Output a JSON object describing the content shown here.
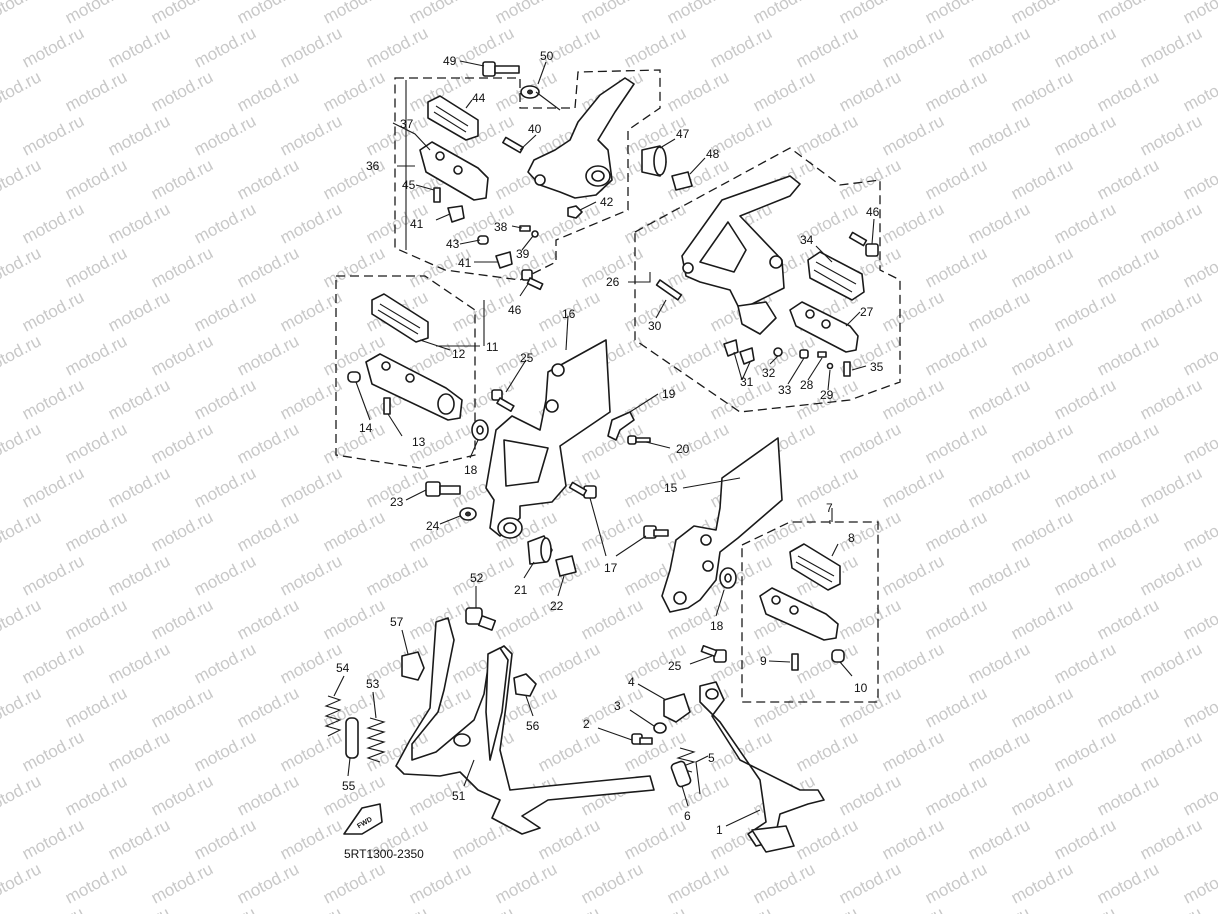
{
  "watermark": "motod.ru",
  "diagram_code": "5RT1300-2350",
  "fwd_label": "FWD",
  "labels": [
    {
      "id": "1",
      "text": "1"
    },
    {
      "id": "2",
      "text": "2"
    },
    {
      "id": "3",
      "text": "3"
    },
    {
      "id": "4",
      "text": "4"
    },
    {
      "id": "5",
      "text": "5"
    },
    {
      "id": "6",
      "text": "6"
    },
    {
      "id": "7",
      "text": "7"
    },
    {
      "id": "8",
      "text": "8"
    },
    {
      "id": "9",
      "text": "9"
    },
    {
      "id": "10",
      "text": "10"
    },
    {
      "id": "11",
      "text": "11"
    },
    {
      "id": "12",
      "text": "12"
    },
    {
      "id": "13",
      "text": "13"
    },
    {
      "id": "14",
      "text": "14"
    },
    {
      "id": "15",
      "text": "15"
    },
    {
      "id": "16",
      "text": "16"
    },
    {
      "id": "17",
      "text": "17"
    },
    {
      "id": "18a",
      "text": "18"
    },
    {
      "id": "18b",
      "text": "18"
    },
    {
      "id": "19",
      "text": "19"
    },
    {
      "id": "20",
      "text": "20"
    },
    {
      "id": "21",
      "text": "21"
    },
    {
      "id": "22",
      "text": "22"
    },
    {
      "id": "23",
      "text": "23"
    },
    {
      "id": "24",
      "text": "24"
    },
    {
      "id": "25a",
      "text": "25"
    },
    {
      "id": "25b",
      "text": "25"
    },
    {
      "id": "26",
      "text": "26"
    },
    {
      "id": "27",
      "text": "27"
    },
    {
      "id": "28",
      "text": "28"
    },
    {
      "id": "29",
      "text": "29"
    },
    {
      "id": "30",
      "text": "30"
    },
    {
      "id": "31",
      "text": "31"
    },
    {
      "id": "32",
      "text": "32"
    },
    {
      "id": "33",
      "text": "33"
    },
    {
      "id": "34",
      "text": "34"
    },
    {
      "id": "35",
      "text": "35"
    },
    {
      "id": "36",
      "text": "36"
    },
    {
      "id": "37",
      "text": "37"
    },
    {
      "id": "38",
      "text": "38"
    },
    {
      "id": "39",
      "text": "39"
    },
    {
      "id": "40",
      "text": "40"
    },
    {
      "id": "41a",
      "text": "41"
    },
    {
      "id": "41b",
      "text": "41"
    },
    {
      "id": "42",
      "text": "42"
    },
    {
      "id": "43",
      "text": "43"
    },
    {
      "id": "44",
      "text": "44"
    },
    {
      "id": "45",
      "text": "45"
    },
    {
      "id": "46a",
      "text": "46"
    },
    {
      "id": "46b",
      "text": "46"
    },
    {
      "id": "47",
      "text": "47"
    },
    {
      "id": "48",
      "text": "48"
    },
    {
      "id": "49",
      "text": "49"
    },
    {
      "id": "50",
      "text": "50"
    },
    {
      "id": "51",
      "text": "51"
    },
    {
      "id": "52",
      "text": "52"
    },
    {
      "id": "53",
      "text": "53"
    },
    {
      "id": "54",
      "text": "54"
    },
    {
      "id": "55",
      "text": "55"
    },
    {
      "id": "56",
      "text": "56"
    },
    {
      "id": "57",
      "text": "57"
    }
  ]
}
